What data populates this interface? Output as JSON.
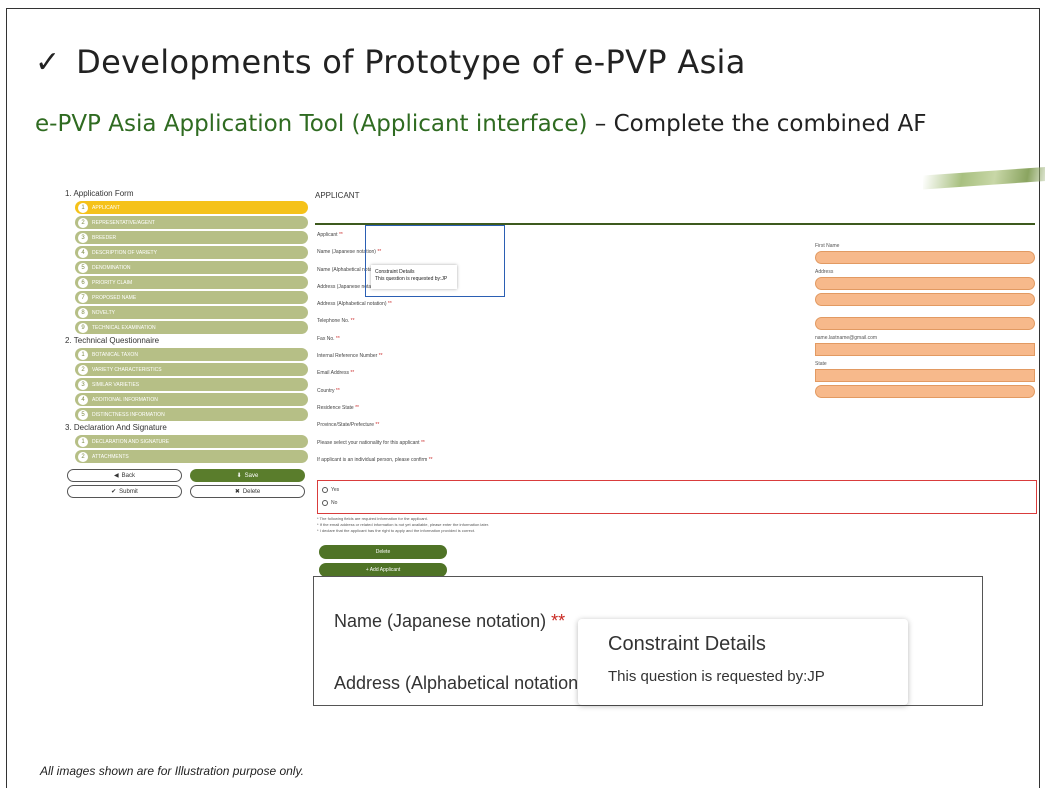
{
  "slide": {
    "title": "Developments of Prototype of e-PVP Asia",
    "subtitle_green": "e-PVP Asia Application Tool (Applicant interface)",
    "subtitle_dark": " – Complete the combined AF",
    "footnote": "All images shown are for Illustration purpose only."
  },
  "screenshot": {
    "sections": [
      {
        "title": "1. Application Form",
        "items": [
          {
            "label": "APPLICANT",
            "active": true
          },
          {
            "label": "REPRESENTATIVE/AGENT",
            "active": false
          },
          {
            "label": "BREEDER",
            "active": false
          },
          {
            "label": "DESCRIPTION OF VARIETY",
            "active": false
          },
          {
            "label": "DENOMINATION",
            "active": false
          },
          {
            "label": "PRIORITY CLAIM",
            "active": false
          },
          {
            "label": "PROPOSED NAME",
            "active": false
          },
          {
            "label": "NOVELTY",
            "active": false
          },
          {
            "label": "TECHNICAL EXAMINATION",
            "active": false
          }
        ]
      },
      {
        "title": "2. Technical Questionnaire",
        "items": [
          {
            "label": "BOTANICAL TAXON",
            "active": false
          },
          {
            "label": "VARIETY CHARACTERISTICS",
            "active": false
          },
          {
            "label": "SIMILAR VARIETIES",
            "active": false
          },
          {
            "label": "ADDITIONAL INFORMATION",
            "active": false
          },
          {
            "label": "DISTINCTNESS INFORMATION",
            "active": false
          }
        ]
      },
      {
        "title": "3. Declaration And Signature",
        "items": [
          {
            "label": "DECLARATION AND SIGNATURE",
            "active": false
          },
          {
            "label": "ATTACHMENTS",
            "active": false
          }
        ]
      }
    ],
    "controls": {
      "back": "Back",
      "save": "Save",
      "submit": "Submit",
      "delete": "Delete"
    },
    "form_title": "APPLICANT",
    "questions": [
      "Applicant",
      "Name (Japanese notation)",
      "Name (Alphabetical notation)",
      "Address (Japanese notation)",
      "Address (Alphabetical notation)",
      "Telephone No.",
      "Fax No.",
      "Internal Reference Number",
      "Email Address",
      "Country",
      "Residence State",
      "Province/State/Prefecture",
      "Please select your nationality for this applicant",
      "If applicant is an individual person, please confirm"
    ],
    "mini_tooltip_title": "Constraint Details",
    "mini_tooltip_body": "This question is requested by:JP",
    "right_labels": {
      "first_name": "First Name",
      "address": "Address",
      "email_hint": "name.lastname@gmail.com",
      "state": "State"
    },
    "radios": [
      "Yes",
      "No"
    ],
    "notes": [
      "* The following fields are required information for the applicant.",
      "* If the email address or related information is not yet available, please enter the information later.",
      "* I declare that the applicant has the right to apply and the information provided is correct."
    ],
    "buttons": {
      "delete_applicant": "Delete",
      "add_applicant": "+ Add Applicant"
    }
  },
  "zoom": {
    "field_label": "Name (Japanese notation)",
    "required_mark": "**",
    "field_label_2": "Address (Alphabetical notation)",
    "tooltip_title": "Constraint Details",
    "tooltip_body": "This question is requested by:JP"
  },
  "colors": {
    "nav_item": "#b6bf86",
    "nav_active": "#f5c21a",
    "input_fill": "#f7b98b",
    "primary_button": "#4f7326",
    "title_green": "#2f6b21",
    "highlight_box": "#2b5fb3",
    "error_border": "#d93c3c"
  }
}
